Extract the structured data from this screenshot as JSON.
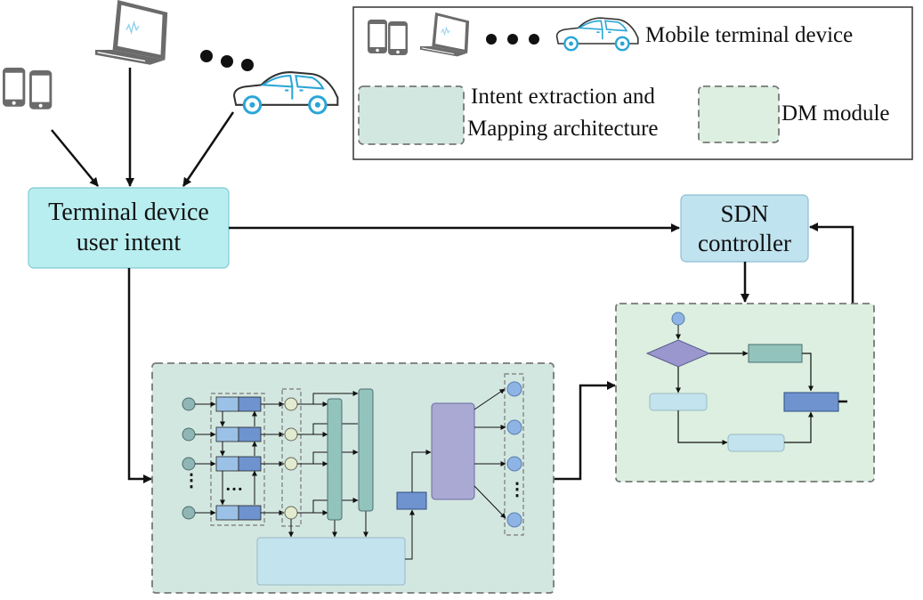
{
  "legend": {
    "mobile_terminal": "Mobile terminal device",
    "intent_extraction_line1": "Intent extraction and",
    "intent_extraction_line2": "Mapping architecture",
    "dm_module": "DM module"
  },
  "nodes": {
    "terminal_intent_line1": "Terminal device",
    "terminal_intent_line2": "user intent",
    "sdn_line1": "SDN",
    "sdn_line2": "controller"
  },
  "ellipsis": {
    "dots": "…",
    "vertical": "⋮"
  },
  "colors": {
    "intent_box": "#b9eef0",
    "sdn_box": "#bfe3ef",
    "intent_arch_bg": "#d3e7e1",
    "dm_bg": "#dcefe0",
    "device_gray": "#6b6b6b",
    "car_blue": "#29a6d6",
    "diamond": "#9a97cf",
    "teal_rect": "#93c3bd",
    "blue_rect": "#6e93cf",
    "light_rect": "#c3e3ef",
    "purple_block": "#a9a9d4",
    "node_gray_teal": "#8fb6b4"
  }
}
